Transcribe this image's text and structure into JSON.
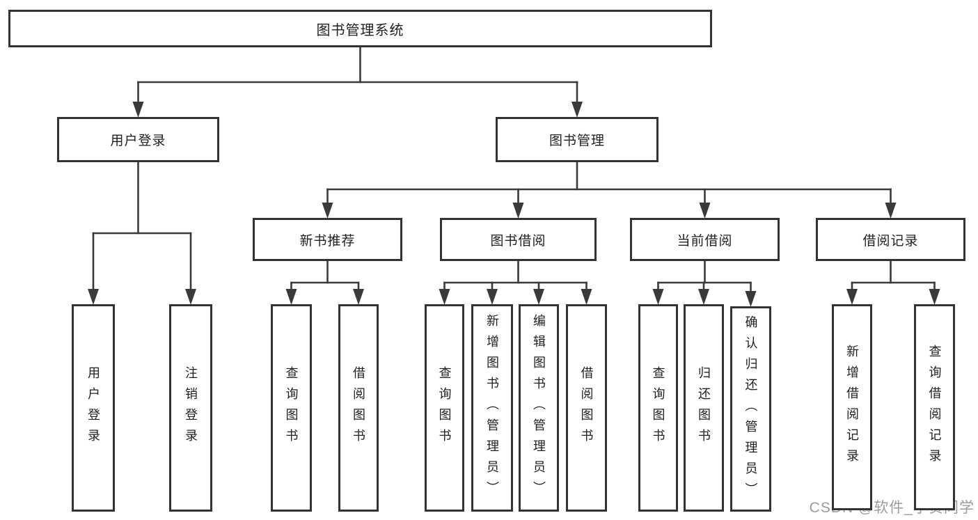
{
  "diagram": {
    "title": "图书管理系统",
    "nodes": [
      {
        "id": "root",
        "label": "图书管理系统"
      },
      {
        "id": "user-login",
        "label": "用户登录"
      },
      {
        "id": "book-mgmt",
        "label": "图书管理"
      },
      {
        "id": "new-book-rec",
        "label": "新书推荐"
      },
      {
        "id": "book-borrow",
        "label": "图书借阅"
      },
      {
        "id": "current-borrow",
        "label": "当前借阅"
      },
      {
        "id": "borrow-records",
        "label": "借阅记录"
      },
      {
        "id": "leaf-user-login",
        "label": "用户登录"
      },
      {
        "id": "leaf-logout",
        "label": "注销登录"
      },
      {
        "id": "leaf-query-books-rec",
        "label": "查询图书"
      },
      {
        "id": "leaf-borrow-books-rec",
        "label": "借阅图书"
      },
      {
        "id": "leaf-query-books-borrow",
        "label": "查询图书"
      },
      {
        "id": "leaf-add-books",
        "label": "新增图书（管理员）"
      },
      {
        "id": "leaf-edit-books",
        "label": "编辑图书（管理员）"
      },
      {
        "id": "leaf-borrow-books",
        "label": "借阅图书"
      },
      {
        "id": "leaf-query-books-cur",
        "label": "查询图书"
      },
      {
        "id": "leaf-return-books",
        "label": "归还图书"
      },
      {
        "id": "leaf-confirm-return",
        "label": "确认归还（管理员）"
      },
      {
        "id": "leaf-add-borrow-record",
        "label": "新增借阅记录"
      },
      {
        "id": "leaf-query-borrow-record",
        "label": "查询借阅记录"
      }
    ],
    "edges": [
      {
        "parent": "root",
        "children": [
          "user-login",
          "book-mgmt"
        ]
      },
      {
        "parent": "user-login",
        "children": [
          "leaf-user-login",
          "leaf-logout"
        ]
      },
      {
        "parent": "book-mgmt",
        "children": [
          "new-book-rec",
          "book-borrow",
          "current-borrow",
          "borrow-records"
        ]
      },
      {
        "parent": "new-book-rec",
        "children": [
          "leaf-query-books-rec",
          "leaf-borrow-books-rec"
        ]
      },
      {
        "parent": "book-borrow",
        "children": [
          "leaf-query-books-borrow",
          "leaf-add-books",
          "leaf-edit-books",
          "leaf-borrow-books"
        ]
      },
      {
        "parent": "current-borrow",
        "children": [
          "leaf-query-books-cur",
          "leaf-return-books",
          "leaf-confirm-return"
        ]
      },
      {
        "parent": "borrow-records",
        "children": [
          "leaf-add-borrow-record",
          "leaf-query-borrow-record"
        ]
      }
    ]
  },
  "watermark": {
    "text": "CSDN @软件_小贺同学"
  },
  "colors": {
    "line": "#3a3a3a",
    "box_border": "#333333",
    "text": "#1f1f1f",
    "watermark": "#9b9b9b",
    "background": "#ffffff"
  }
}
